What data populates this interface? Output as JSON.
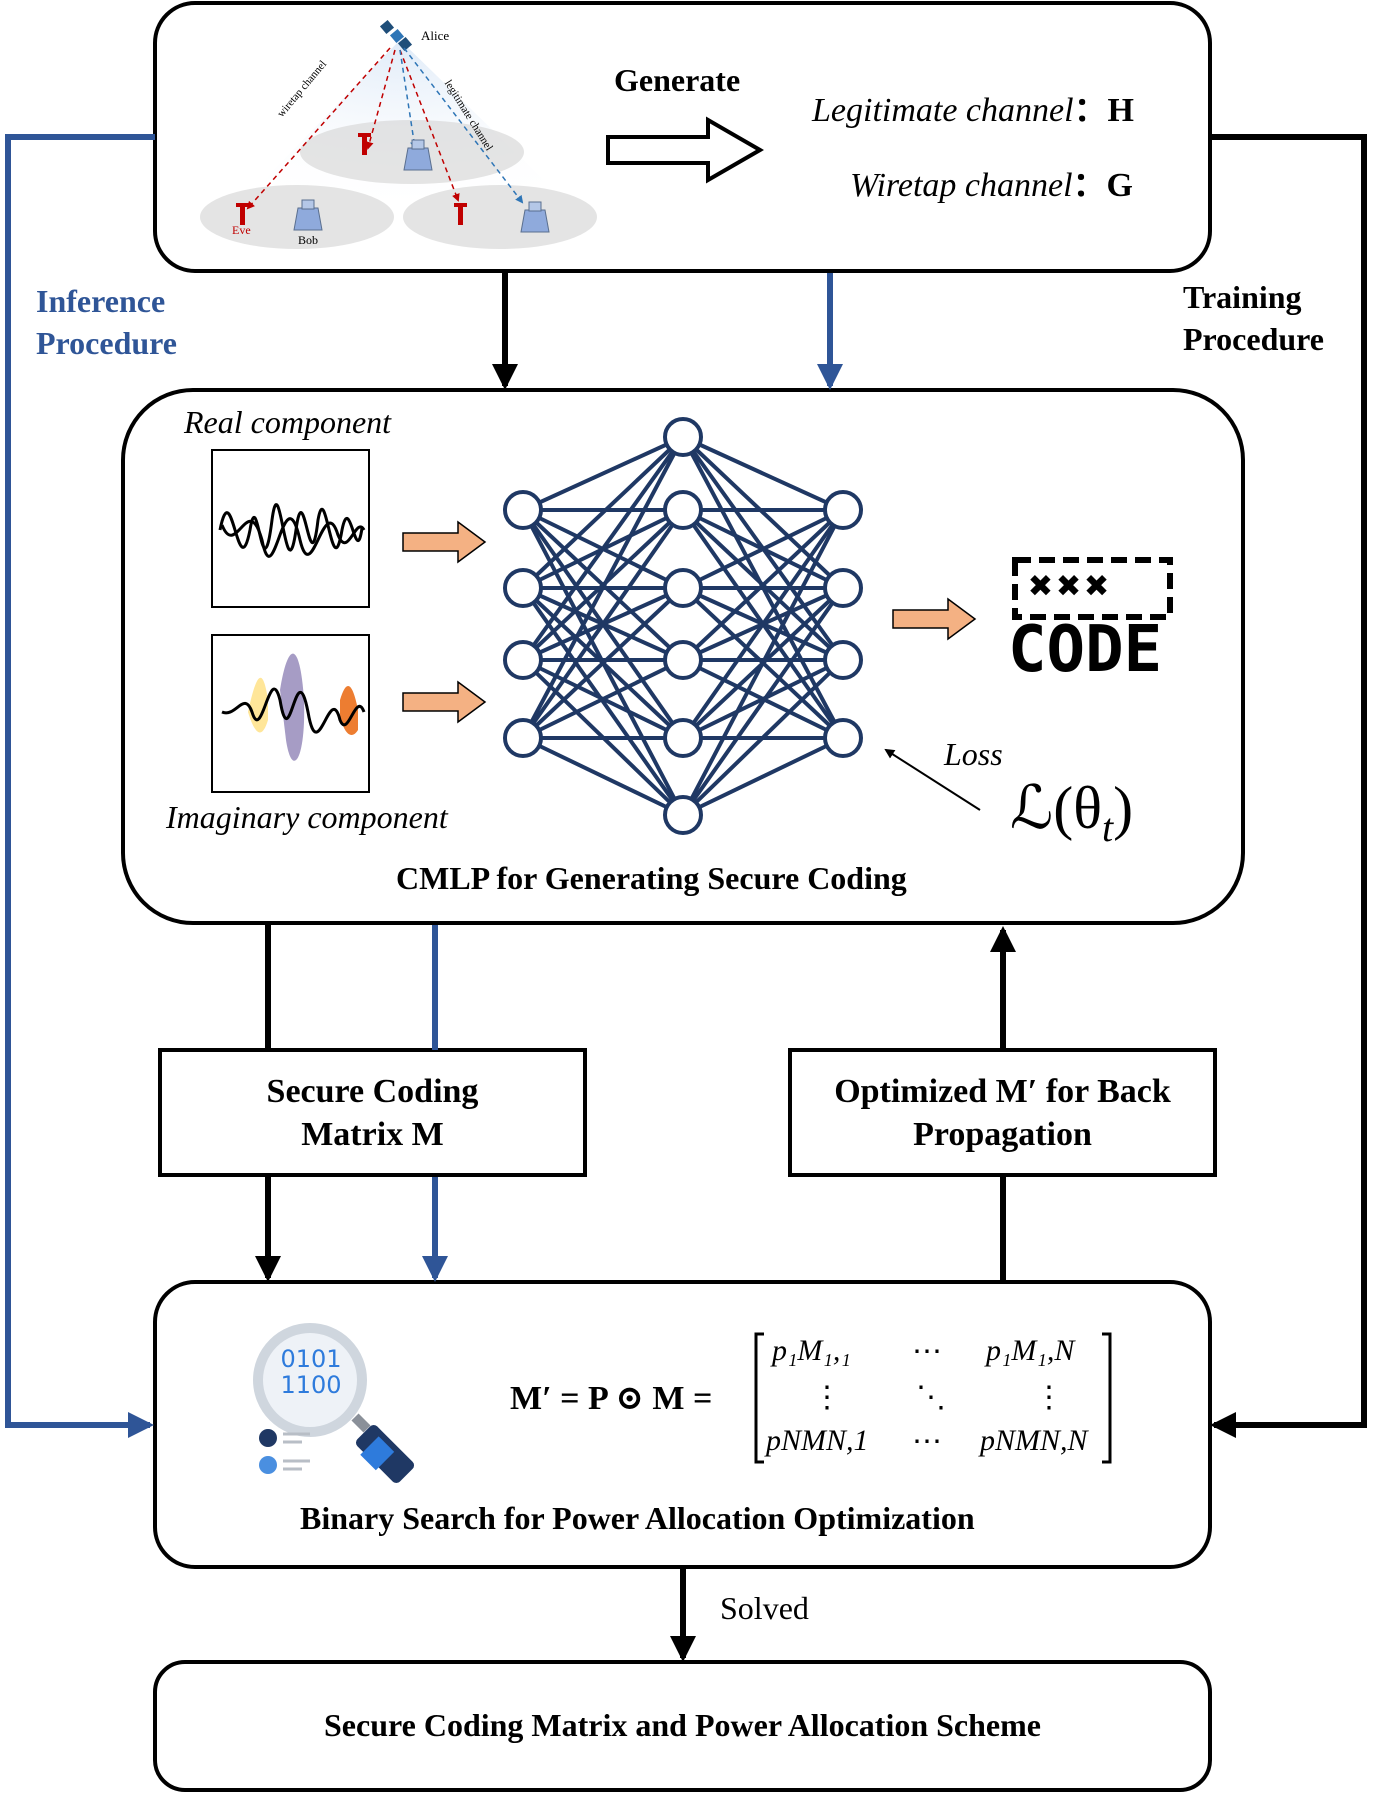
{
  "top_box": {
    "alice": "Alice",
    "wiretap_channel_label": "wiretap channel",
    "legitimate_channel_label": "legitimate channel",
    "eve": "Eve",
    "bob": "Bob",
    "generate": "Generate",
    "legit_channel_text": "Legitimate channel",
    "legit_symbol": "：H",
    "wiretap_channel_text": "Wiretap channel",
    "wiretap_symbol": "：G"
  },
  "side_labels": {
    "inference_line1": "Inference",
    "inference_line2": "Procedure",
    "training_line1": "Training",
    "training_line2": "Procedure"
  },
  "cmlp_box": {
    "real_component": "Real component",
    "imaginary_component": "Imaginary component",
    "code_marks": "✖✖✖",
    "code": "CODE",
    "loss": "Loss",
    "loss_formula": "ℒ(θ",
    "loss_subscript": "t",
    "loss_close": ")",
    "title": "CMLP for Generating Secure Coding"
  },
  "secure_matrix_box": {
    "line1": "Secure Coding",
    "line2": "Matrix M"
  },
  "optimized_box": {
    "line1": "Optimized M′ for Back",
    "line2": "Propagation"
  },
  "binary_box": {
    "icon_text_line1": "0101",
    "icon_text_line2": "1100",
    "formula_lhs": "M′ = P ⊙ M =",
    "m11": "p₁M₁,₁",
    "m1n": "p₁M₁,N",
    "mn1": "pNMN,1",
    "mnn": "pNMN,N",
    "hdots": "⋯",
    "vdots": "⋮",
    "ddots": "⋱",
    "title": "Binary Search for Power Allocation Optimization"
  },
  "solved": "Solved",
  "final_box": {
    "title": "Secure Coding Matrix and Power Allocation Scheme"
  },
  "colors": {
    "blue_arrow": "#2f5597",
    "black_arrow": "#000000",
    "orange_arrow": "#f4b183",
    "network_line": "#1f3864",
    "eve_red": "#c00000"
  }
}
